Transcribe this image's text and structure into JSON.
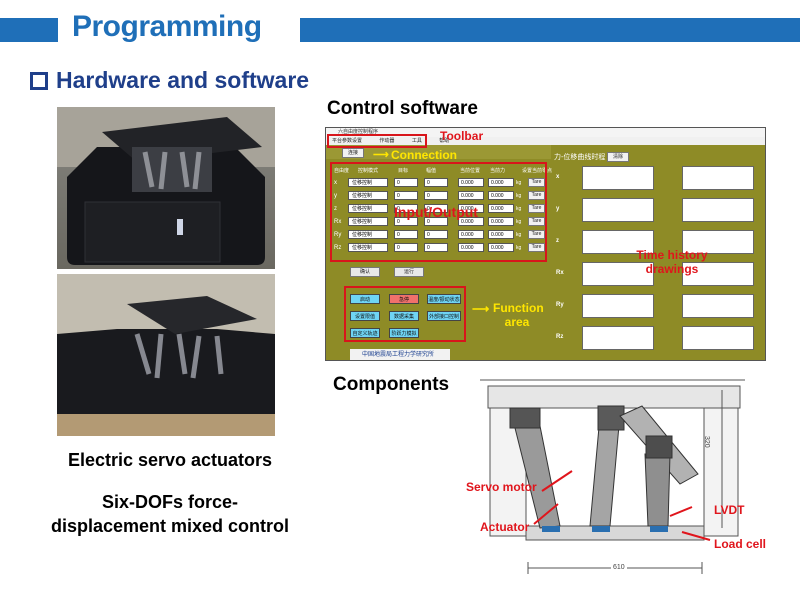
{
  "header": {
    "title": "Programming",
    "section": "Hardware and software"
  },
  "photos": {
    "captions": [
      "Electric servo actuators",
      "Six-DOFs force-",
      "displacement mixed control"
    ]
  },
  "control_software": {
    "heading": "Control software",
    "annotations": {
      "toolbar": "Toolbar",
      "connection": "Connection",
      "input_output": "Input/Output",
      "function_area_1": "Function",
      "function_area_2": "area",
      "time_history_1": "Time history",
      "time_history_2": "drawings"
    },
    "window_title": "六自由度控制程序",
    "menu_items": [
      "平台参数设置",
      "作动器",
      "工具",
      "帮助"
    ],
    "connect_button": "连接",
    "right_title": "力-位移曲线时程",
    "clear_button": "清除",
    "col_headers": [
      "自由度",
      "控制模式",
      "目标",
      "幅值",
      "当前位置",
      "当前力",
      "设置当前零点"
    ],
    "dof_labels": [
      "x",
      "y",
      "z",
      "Rx",
      "Ry",
      "Rz"
    ],
    "mode_value": "位移控制",
    "zero_value": "0",
    "reading_value": "0.000",
    "tare_label": "Tare",
    "unit_label": "kg",
    "confirm_button": "确认",
    "run_button": "运行",
    "function_buttons": [
      "启动",
      "急停",
      "温度/振动状态",
      "设置限值",
      "数据采集",
      "外部接口控制",
      "自定义轨迹",
      "阶跃力模拟"
    ],
    "plot_labels": [
      "x",
      "y",
      "z",
      "Rx",
      "Ry",
      "Rz"
    ],
    "logo_text": "中国地震局工程力学研究所",
    "colors": {
      "panel": "#8e8b26",
      "annotation_red": "#e0151c",
      "annotation_yellow": "#ffe600"
    }
  },
  "components": {
    "heading": "Components",
    "labels": [
      "Servo motor",
      "Actuator",
      "LVDT",
      "Load cell"
    ],
    "dim_width": "610",
    "dim_height": "320"
  }
}
